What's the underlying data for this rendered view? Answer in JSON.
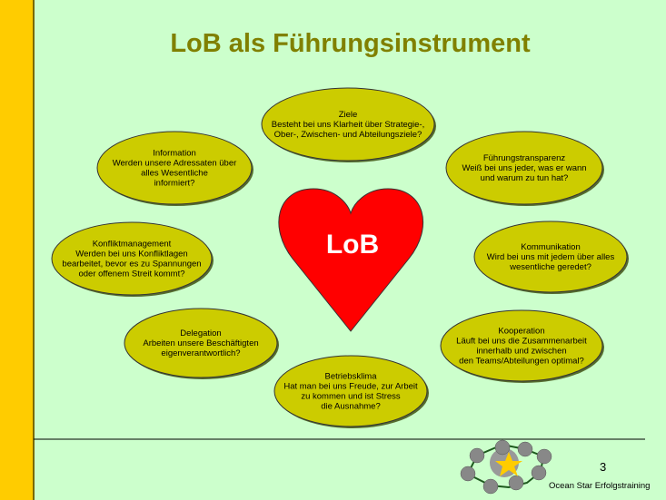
{
  "slide": {
    "title": "LoB als Führungsinstrument",
    "center_label": "LoB",
    "page_number": "3",
    "footer": "Ocean Star  Erfolgstraining",
    "colors": {
      "background": "#ccffcc",
      "sidebar": "#ffcc00",
      "title": "#808000",
      "ellipse": "#cccc00",
      "heart": "#ff0000"
    },
    "topics": [
      {
        "lines": [
          "Ziele",
          "Besteht bei uns Klarheit über Strategie-,",
          "Ober-, Zwischen- und Abteilungsziele?"
        ]
      },
      {
        "lines": [
          "Information",
          "Werden unsere Adressaten über",
          "alles Wesentliche",
          "informiert?"
        ]
      },
      {
        "lines": [
          "Führungstransparenz",
          "Weiß bei uns jeder, was er wann",
          "und warum zu tun hat?"
        ]
      },
      {
        "lines": [
          "Konfliktmanagement",
          "Werden bei uns Konfliktlagen",
          "bearbeitet, bevor es zu Spannungen",
          "oder offenem Streit kommt?"
        ]
      },
      {
        "lines": [
          "Kommunikation",
          "Wird bei uns mit jedem über alles",
          "wesentliche geredet?"
        ]
      },
      {
        "lines": [
          "Delegation",
          "Arbeiten unsere Beschäftigten",
          "eigenverantwortlich?"
        ]
      },
      {
        "lines": [
          "Kooperation",
          "Läuft bei uns die Zusammenarbeit",
          "innerhalb  und zwischen",
          "den Teams/Abteilungen optimal?"
        ]
      },
      {
        "lines": [
          "Betriebsklima",
          "Hat man bei uns Freude, zur Arbeit",
          "zu kommen und ist Stress",
          "die Ausnahme?"
        ]
      }
    ]
  }
}
